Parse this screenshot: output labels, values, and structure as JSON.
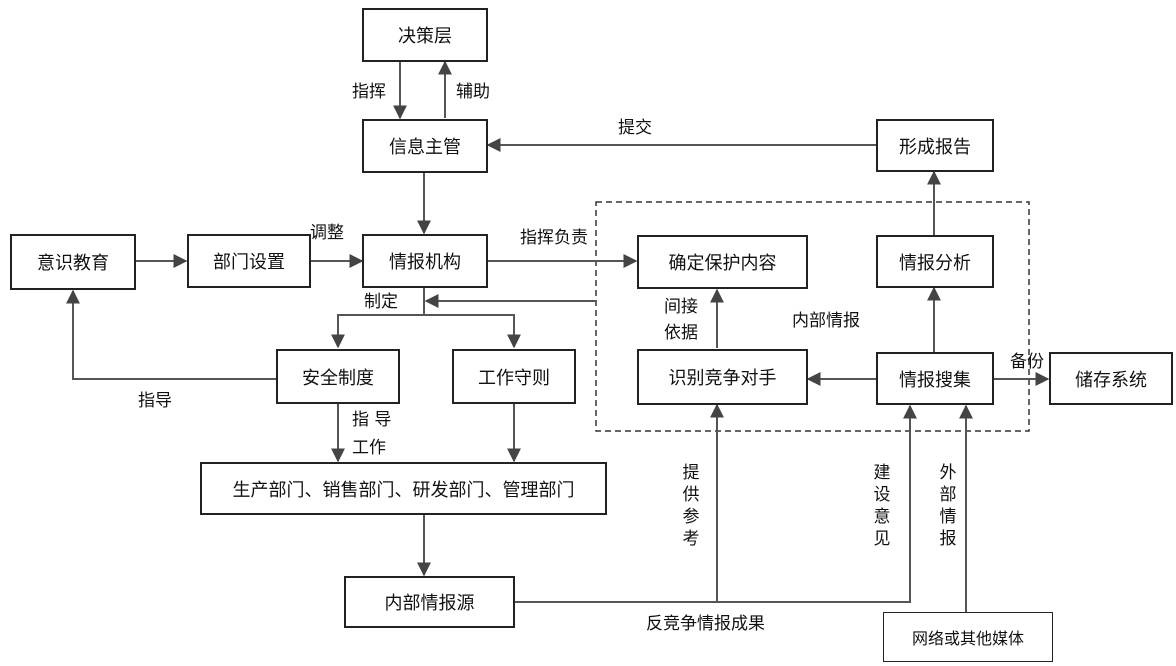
{
  "nodes": {
    "decision_layer": "决策层",
    "info_director": "信息主管",
    "report_form": "形成报告",
    "awareness_education": "意识教育",
    "department_setup": "部门设置",
    "intel_agency": "情报机构",
    "determine_protection": "确定保护内容",
    "intel_analysis": "情报分析",
    "identify_competitors": "识别竞争对手",
    "intel_collection": "情报搜集",
    "storage_system": "储存系统",
    "safety_system": "安全制度",
    "work_rules": "工作守则",
    "departments": "生产部门、销售部门、研发部门、管理部门",
    "internal_source": "内部情报源",
    "network_media": "网络或其他媒体"
  },
  "edge_labels": {
    "command": "指挥",
    "assist": "辅助",
    "submit": "提交",
    "adjust": "调整",
    "command_responsible": "指挥负责",
    "formulate": "制定",
    "indirect": "间接",
    "basis": "依据",
    "internal_intel": "内部情报",
    "backup": "备份",
    "guide": "指导",
    "guide_split": "指 导",
    "work": "工作",
    "provide_reference": "提供参考",
    "suggestion": "建设意见",
    "external_intel": "外部情报",
    "counter_result": "反竞争情报成果"
  }
}
